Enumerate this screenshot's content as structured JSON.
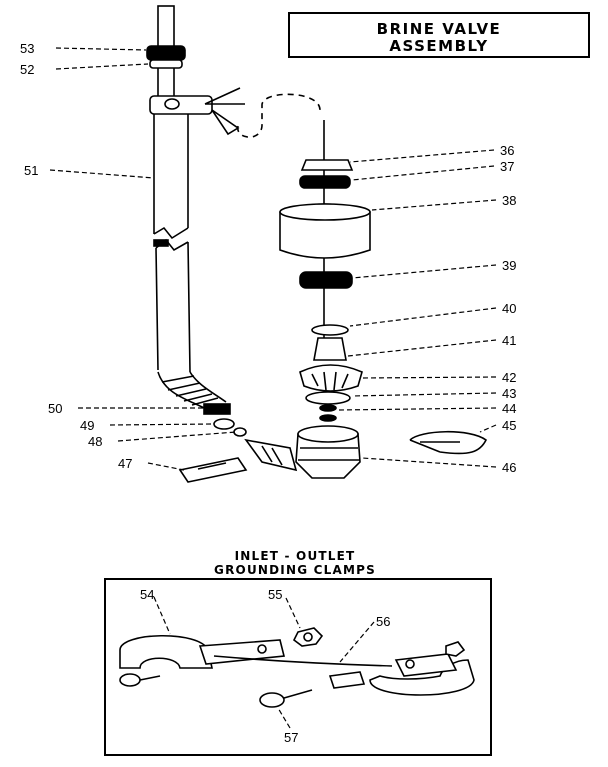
{
  "title": {
    "line1": "BRINE VALVE",
    "line2": "ASSEMBLY"
  },
  "inset": {
    "line1": "INLET - OUTLET",
    "line2": "GROUNDING CLAMPS"
  },
  "callouts": {
    "c36": "36",
    "c37": "37",
    "c38": "38",
    "c39": "39",
    "c40": "40",
    "c41": "41",
    "c42": "42",
    "c43": "43",
    "c44": "44",
    "c45": "45",
    "c46": "46",
    "c47": "47",
    "c48": "48",
    "c49": "49",
    "c50": "50",
    "c51": "51",
    "c52": "52",
    "c53": "53",
    "c54": "54",
    "c55": "55",
    "c56": "56",
    "c57": "57"
  }
}
